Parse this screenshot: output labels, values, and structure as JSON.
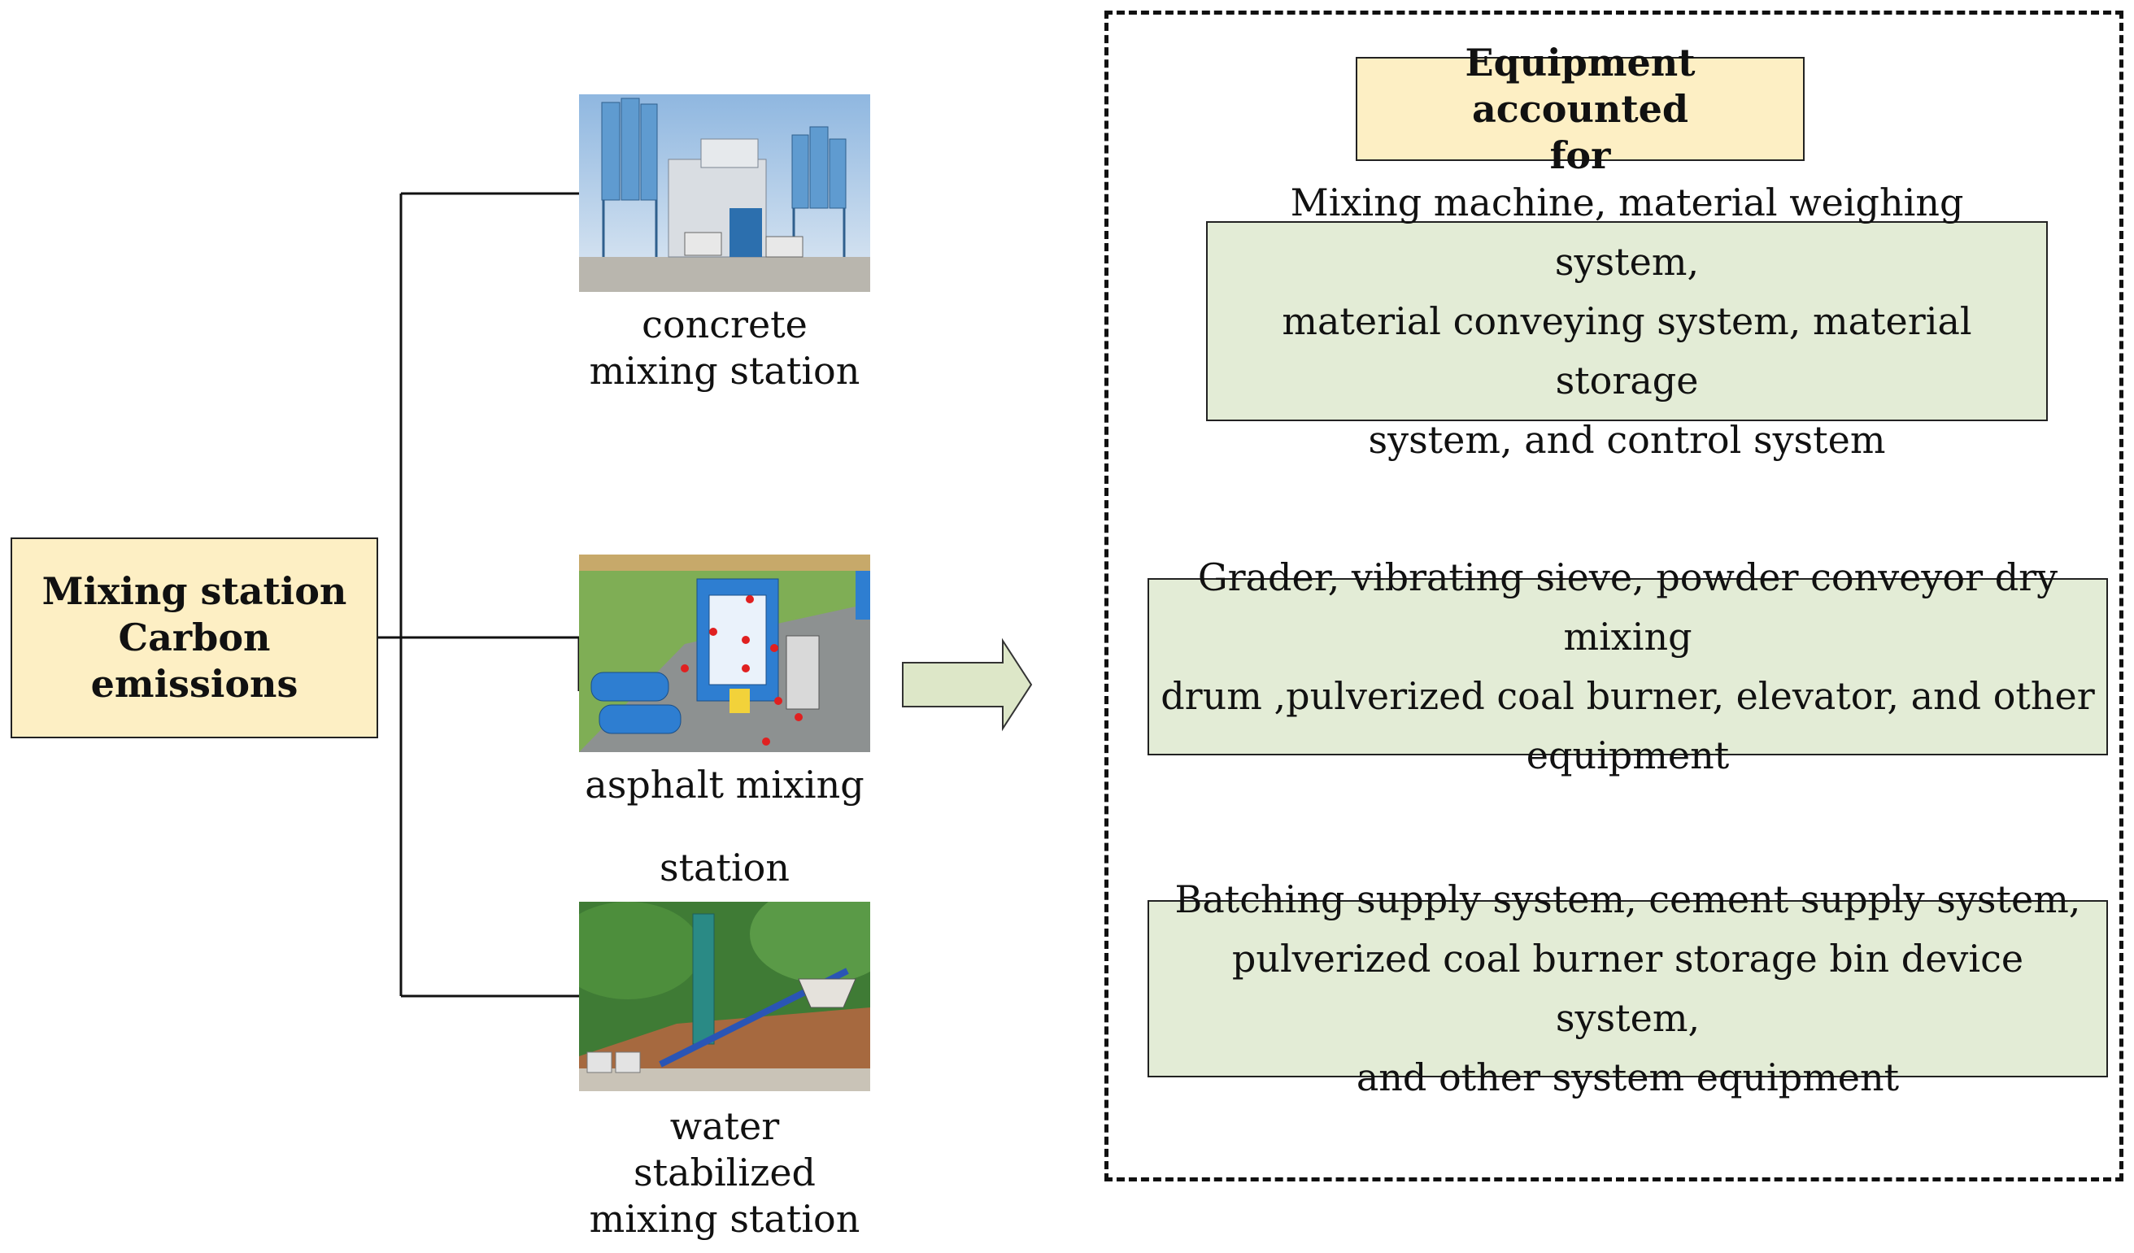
{
  "main": {
    "line1": "Mixing station",
    "line2": "Carbon emissions"
  },
  "stations": [
    {
      "line1": "concrete",
      "line2": "mixing station"
    },
    {
      "line1": "asphalt mixing",
      "line2": "station"
    },
    {
      "line1": "water",
      "line2": "stabilized",
      "line3": "mixing station"
    }
  ],
  "panel": {
    "title_line1": "Equipment accounted",
    "title_line2": "for",
    "items": [
      {
        "line1": "Mixing machine, material weighing system,",
        "line2": "material conveying system, material storage",
        "line3": "system, and control system"
      },
      {
        "line1": "Grader, vibrating sieve, powder conveyor dry mixing",
        "line2": "drum ,pulverized coal burner, elevator, and other",
        "line3": "equipment"
      },
      {
        "line1": "Batching supply system, cement supply system,",
        "line2": "pulverized coal burner storage bin device system,",
        "line3": "and other system equipment"
      }
    ]
  },
  "colors": {
    "title_fill": "#fdefc4",
    "item_fill": "#e3ecd6",
    "arrow_fill": "#dde7c8"
  }
}
